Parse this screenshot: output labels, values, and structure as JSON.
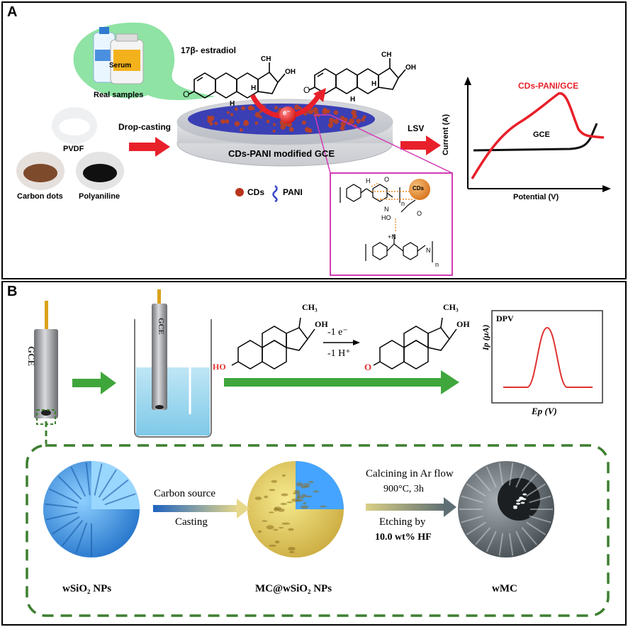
{
  "panel_a": {
    "label": "A",
    "real_samples": "Real samples",
    "serum": "Serum",
    "pvdf": "PVDF",
    "carbon_dots": "Carbon dots",
    "polyaniline": "Polyaniline",
    "drop_casting": "Drop-casting",
    "estradiol": "17β- estradiol",
    "electrode": "CDs-PANI modified GCE",
    "electron": "e⁻",
    "lsv": "LSV",
    "legend_cds": "CDs",
    "legend_pani": "PANI",
    "inset_cds": "CDs",
    "chart": {
      "ylabel": "Current (A)",
      "xlabel": "Potential (V)",
      "series_red": "CDs-PANI/GCE",
      "series_black": "GCE"
    },
    "colors": {
      "red": "#e8202a",
      "magenta": "#d23cb4",
      "green": "#2fae3a",
      "orange": "#e88a2a"
    }
  },
  "panel_b": {
    "label": "B",
    "gce": "GCE",
    "oh": "OH",
    "ch3": "CH₃",
    "ho": "HO",
    "o": "O",
    "minus_e": "-1 e⁻",
    "minus_h": "-1 H⁺",
    "dpv_title": "DPV",
    "dpv_ylabel": "Ip (μA)",
    "dpv_xlabel": "Ep (V)",
    "carbon_source": "Carbon source",
    "casting": "Casting",
    "calcining": "Calcining  in Ar flow",
    "temp": "900°C, 3h",
    "etching": "Etching by",
    "hf": "10.0 wt%  HF",
    "wsio2": "wSiO₂ NPs",
    "mc_wsio2": "MC@wSiO₂ NPs",
    "wmc": "wMC",
    "colors": {
      "green": "#3fa63c",
      "dash": "#3d7f30",
      "dpv": "#e03030"
    }
  }
}
